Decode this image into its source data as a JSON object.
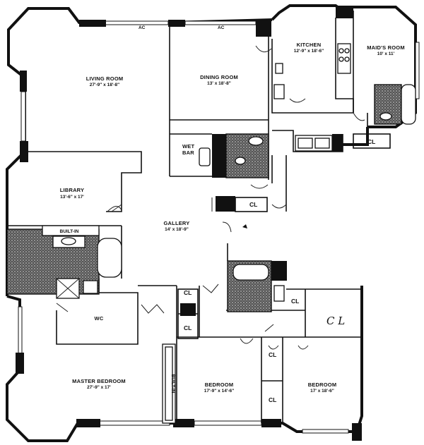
{
  "rooms": {
    "living": {
      "name": "LIVING ROOM",
      "dim": "27'-9\" x 18'-8\""
    },
    "dining": {
      "name": "DINING ROOM",
      "dim": "13' x 18'-8\""
    },
    "kitchen": {
      "name": "KITCHEN",
      "dim": "12'-9\" x 18'-6\""
    },
    "maids": {
      "name": "MAID'S ROOM",
      "dim": "10' x 11'"
    },
    "library": {
      "name": "LIBRARY",
      "dim": "13'-6\" x 17'"
    },
    "gallery": {
      "name": "GALLERY",
      "dim": "14' x 18'-9\""
    },
    "master": {
      "name": "MASTER BEDROOM",
      "dim": "27'-9\" x 17'"
    },
    "bedroom2": {
      "name": "BEDROOM",
      "dim": "17'-9\" x 14'-6\""
    },
    "bedroom3": {
      "name": "BEDROOM",
      "dim": "17' x 18'-6\""
    }
  },
  "labels": {
    "wet_bar_1": "WET",
    "wet_bar_2": "BAR",
    "wc": "WC",
    "closet": "CL",
    "built_in": "BUILT-IN",
    "handwritten_cl": "C L",
    "ac": "AC"
  }
}
